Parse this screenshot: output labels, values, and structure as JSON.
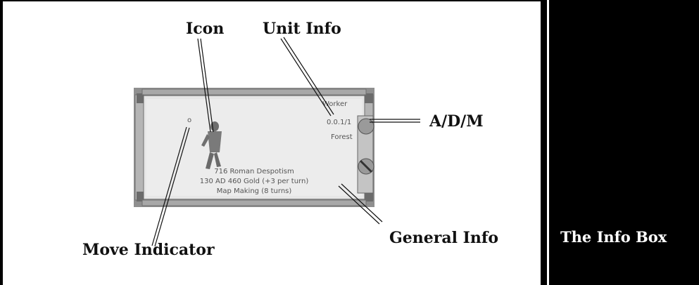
{
  "callouts": {
    "icon": "Icon",
    "unit_info": "Unit Info",
    "adm": "A/D/M",
    "general_info": "General Info",
    "move_indicator": "Move Indicator"
  },
  "sidebar": {
    "title": "The Info Box"
  },
  "info_box": {
    "unit_name": "Worker",
    "stats": "0.0.1/1",
    "terrain": "Forest",
    "city_line": "716 Roman Despotism",
    "resources_line": "130 AD    460 Gold (+3 per turn)",
    "research_line": "Map Making (8 turns)",
    "move_dot": "o"
  }
}
